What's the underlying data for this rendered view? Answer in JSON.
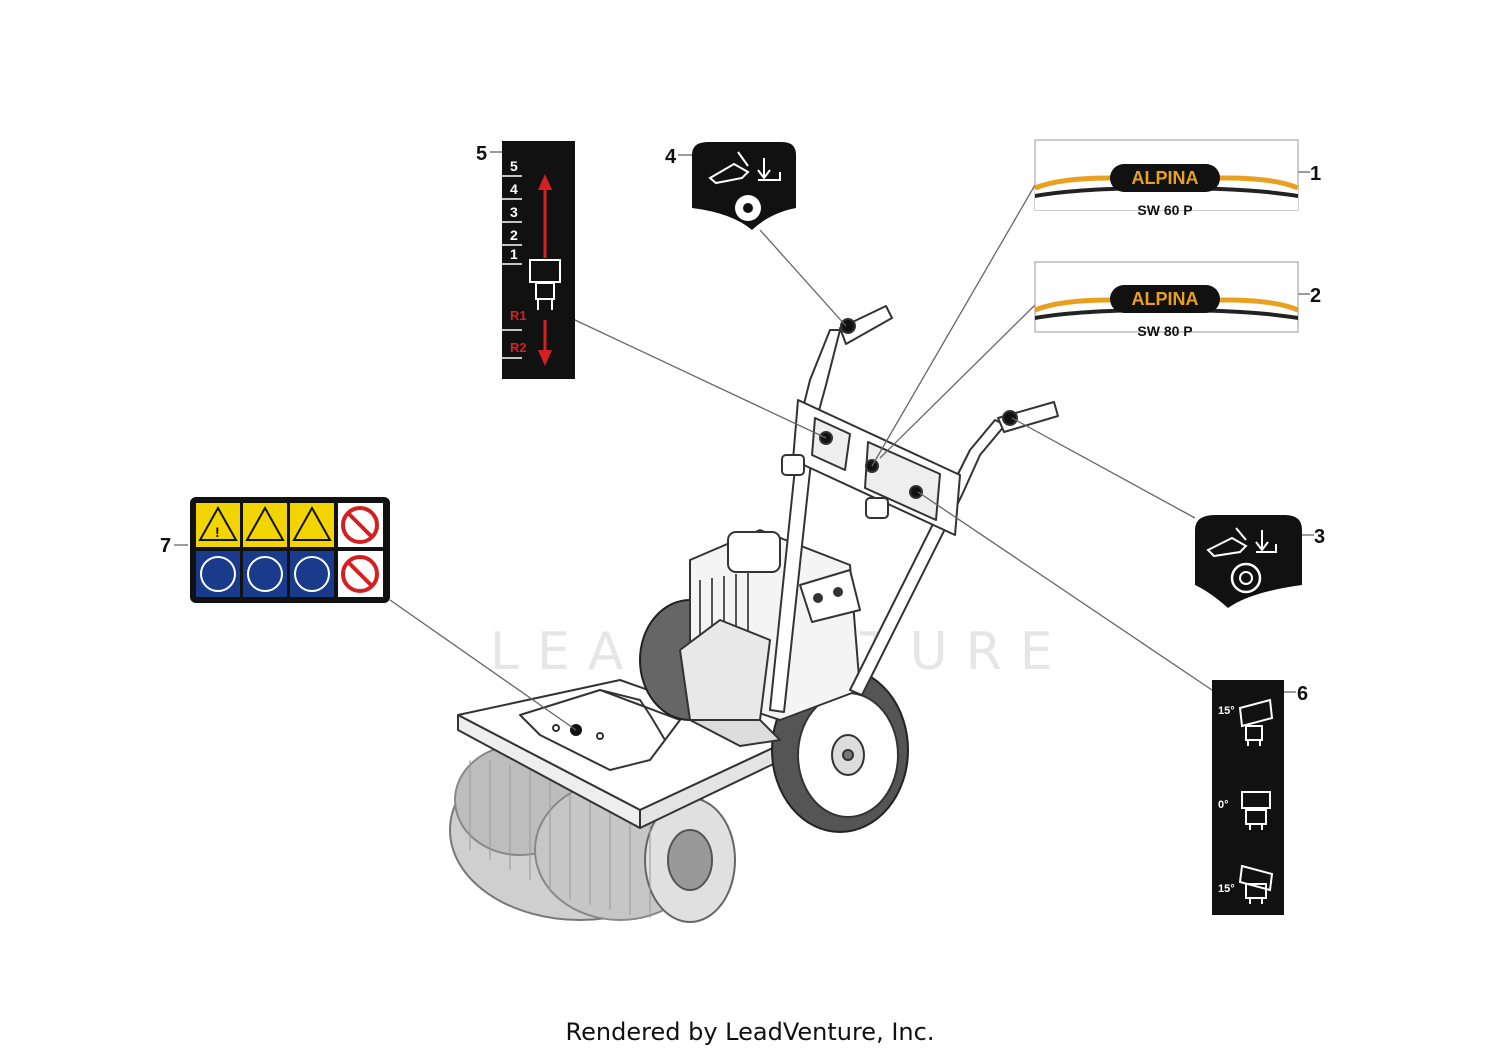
{
  "callouts": {
    "c1": "1",
    "c2": "2",
    "c3": "3",
    "c4": "4",
    "c5": "5",
    "c6": "6",
    "c7": "7"
  },
  "decal1": {
    "brand": "ALPINA",
    "model": "SW 60 P"
  },
  "decal2": {
    "brand": "ALPINA",
    "model": "SW 80 P"
  },
  "decal5": {
    "gears": [
      "5",
      "4",
      "3",
      "2",
      "1"
    ],
    "reverse": [
      "R1",
      "R2"
    ]
  },
  "decal6": {
    "angles": [
      "15°",
      "0°",
      "15°"
    ]
  },
  "watermark": "LEADVENTURE",
  "footer": "Rendered by LeadVenture, Inc.",
  "colors": {
    "decal_black": "#111111",
    "alpina_orange": "#e8a020",
    "arrow_red": "#d42020",
    "warning_yellow": "#f2d400",
    "mandatory_blue": "#1a3a8c",
    "prohibition_red": "#d42020"
  }
}
